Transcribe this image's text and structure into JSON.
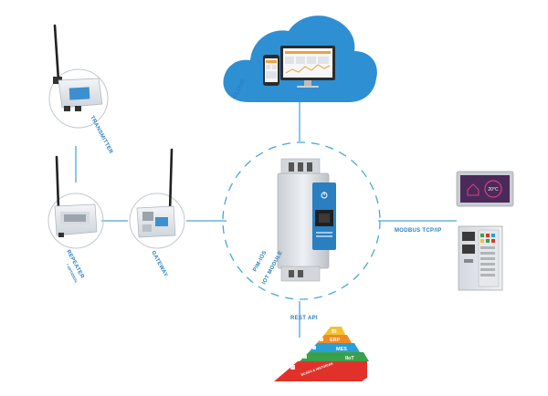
{
  "labels": {
    "cloud": "CLOUD",
    "transmitter": "TRANSMITTER",
    "repeater": "REPEATER",
    "repeater_note": "* OPTIONAL",
    "gateway": "GATEWAY",
    "module_line1": "PIM-IOS",
    "module_line2": "IOT MODULE",
    "modbus": "MODBUS TCP/IP",
    "rest_api": "REST API"
  },
  "pyramid": {
    "levels": [
      "BI",
      "ERP",
      "MES",
      "IIoT"
    ],
    "base_text": "SCADA & HISTORIAN"
  },
  "hmi": {
    "temperature": "20°C"
  },
  "colors": {
    "label": "#2a7fc1",
    "cloud": "#2f8fd3",
    "line": "#4aa7d8",
    "module_accent": "#2a7fc1",
    "pyramid_bi": "#f2c12e",
    "pyramid_erp": "#f08a24",
    "pyramid_mes": "#2a9fd6",
    "pyramid_iiot": "#3aa04a",
    "pyramid_base": "#e0322b"
  }
}
